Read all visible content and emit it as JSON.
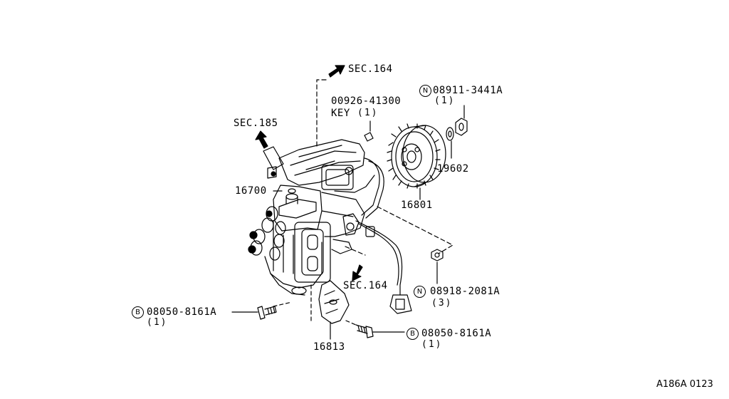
{
  "sections": {
    "sec164_top": "SEC.164",
    "sec185": "SEC.185",
    "sec164_bottom": "SEC.164"
  },
  "parts": {
    "key_part_no": "00926-41300",
    "key_name": "KEY",
    "key_qty": "(1)",
    "nut_top_prefix": "N",
    "nut_top_no": "08911-3441A",
    "nut_top_qty": "(1)",
    "washer_no": "19602",
    "pump_no": "16700",
    "sprocket_no": "16801",
    "nut_side_prefix": "N",
    "nut_side_no": "08918-2081A",
    "nut_side_qty": "(3)",
    "bolt_left_prefix": "B",
    "bolt_left_no": "08050-8161A",
    "bolt_left_qty": "(1)",
    "bolt_right_prefix": "B",
    "bolt_right_no": "08050-8161A",
    "bolt_right_qty": "(1)",
    "bracket_no": "16813"
  },
  "figure_code": "A186A 0123"
}
